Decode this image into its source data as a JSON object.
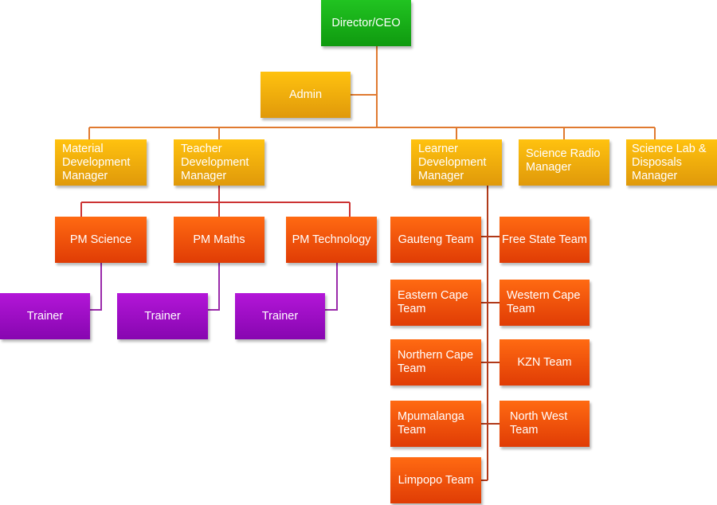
{
  "org_chart": {
    "colors": {
      "executive": "#17b017",
      "manager": "#f2ad0c",
      "team": "#f25a0c",
      "trainer": "#a010c8",
      "line_top": "#e07a30",
      "line_teacher": "#cc3333",
      "line_learner": "#b03a1a",
      "line_trainer": "#9a2aaa"
    },
    "director": "Director/CEO",
    "admin": "Admin",
    "managers": {
      "material": "Material\nDevelopment\nManager",
      "teacher": "Teacher\nDevelopment\nManager",
      "learner": "Learner\nDevelopment\nManager",
      "radio": "Science Radio\nManager",
      "lab": "Science Lab &\nDisposals\nManager"
    },
    "pms": [
      "PM Science",
      "PM Maths",
      "PM Technology"
    ],
    "trainers": [
      "Trainer",
      "Trainer",
      "Trainer"
    ],
    "teams": {
      "gauteng": "Gauteng Team",
      "free_state": "Free State Team",
      "eastern_cape": "Eastern Cape\nTeam",
      "western_cape": "Western Cape\nTeam",
      "northern_cape": "Northern Cape\nTeam",
      "kzn": "KZN Team",
      "mpumalanga": "Mpumalanga\nTeam",
      "north_west": "North West\nTeam",
      "limpopo": "Limpopo Team"
    }
  }
}
